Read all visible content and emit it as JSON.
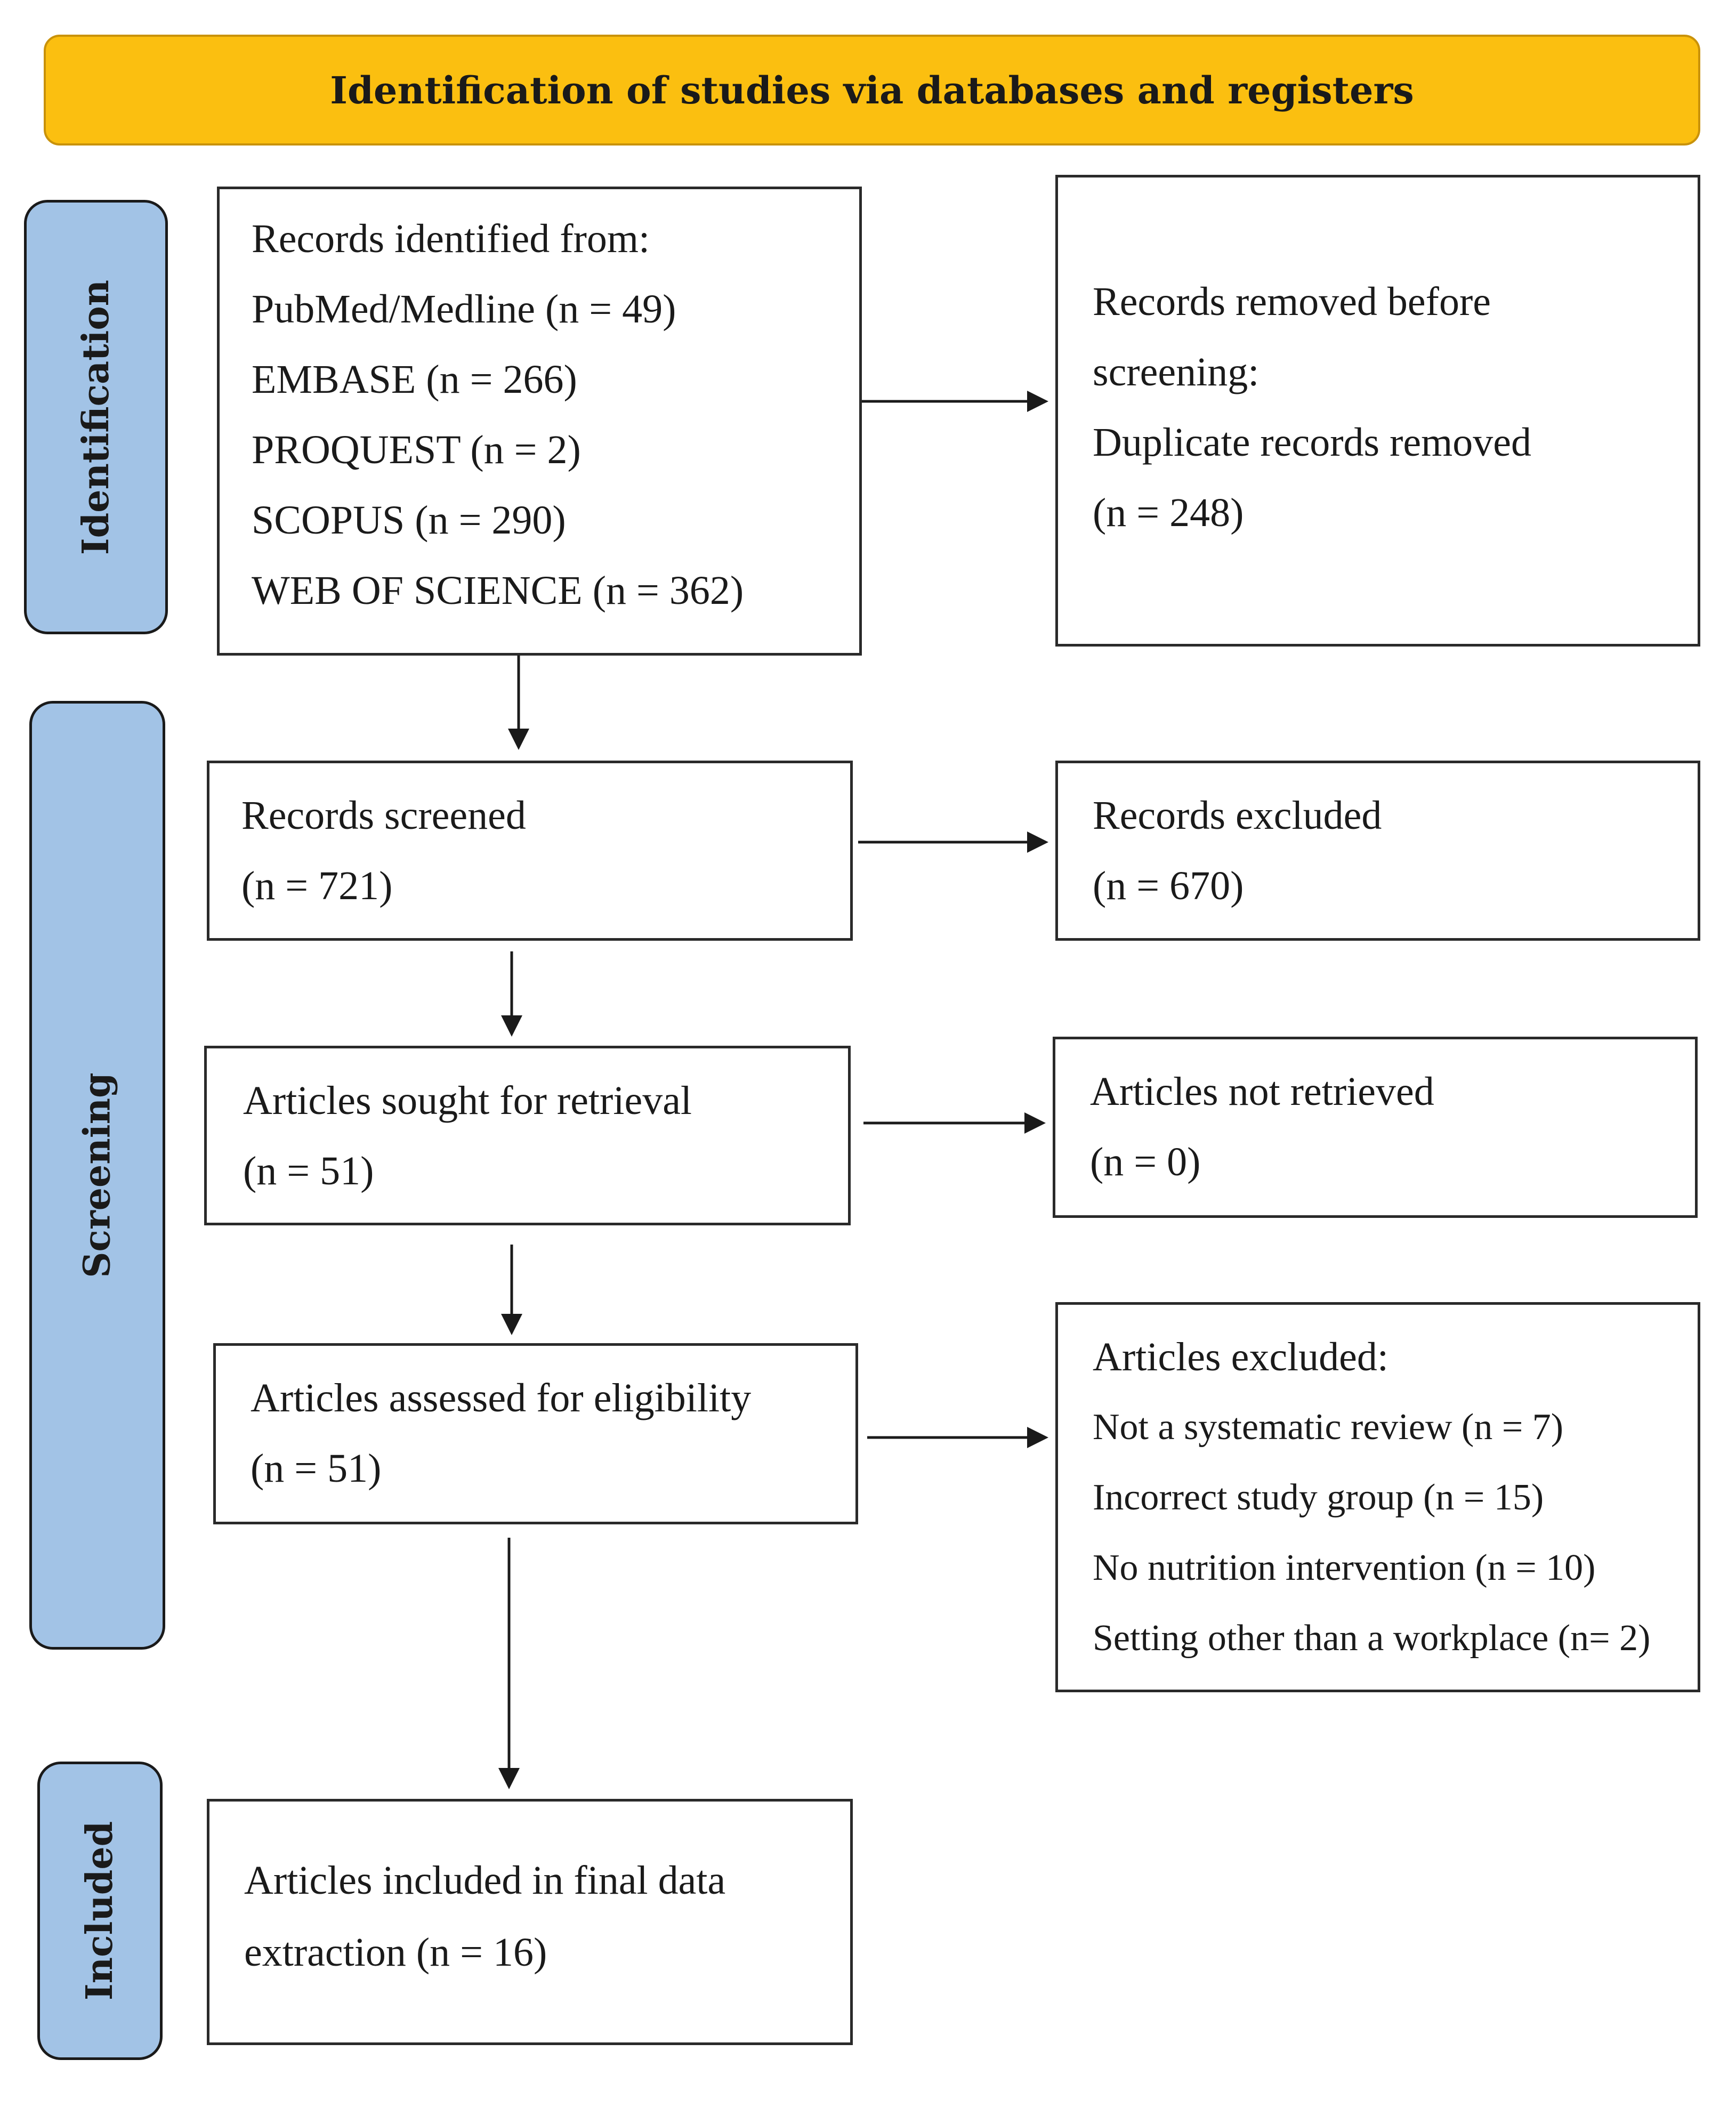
{
  "header": {
    "title": "Identification of studies via databases and registers"
  },
  "stages": {
    "identification": "Identification",
    "screening": "Screening",
    "included": "Included"
  },
  "boxes": {
    "records_identified": {
      "lines": [
        "Records identified from:",
        "PubMed/Medline (n = 49)",
        "EMBASE (n = 266)",
        "PROQUEST (n = 2)",
        "SCOPUS (n = 290)",
        "WEB OF SCIENCE (n = 362)"
      ]
    },
    "records_removed": {
      "lines": [
        "Records removed before",
        "screening:",
        "Duplicate records removed",
        "(n = 248)"
      ]
    },
    "records_screened": {
      "lines": [
        "Records screened",
        "(n = 721)"
      ]
    },
    "records_excluded": {
      "lines": [
        "Records excluded",
        "(n = 670)"
      ]
    },
    "sought_for_retrieval": {
      "lines": [
        "Articles sought for retrieval",
        "(n = 51)"
      ]
    },
    "not_retrieved": {
      "lines": [
        "Articles not retrieved",
        "(n = 0)"
      ]
    },
    "assessed_for_eligibility": {
      "lines": [
        "Articles assessed for eligibility",
        "(n = 51)"
      ]
    },
    "articles_excluded": {
      "lines": [
        "Articles excluded:",
        "Not a systematic review (n = 7)",
        "Incorrect study group (n = 15)",
        "No nutrition intervention (n = 10)",
        "Setting other than a workplace (n= 2)"
      ]
    },
    "included_final": {
      "lines": [
        "Articles included in final data",
        "extraction (n = 16)"
      ]
    }
  },
  "colors": {
    "header_fill": "#fbbf10",
    "stage_fill": "#a2c3e6",
    "box_border": "#2a2a2a",
    "arrow": "#1a1a1a"
  }
}
